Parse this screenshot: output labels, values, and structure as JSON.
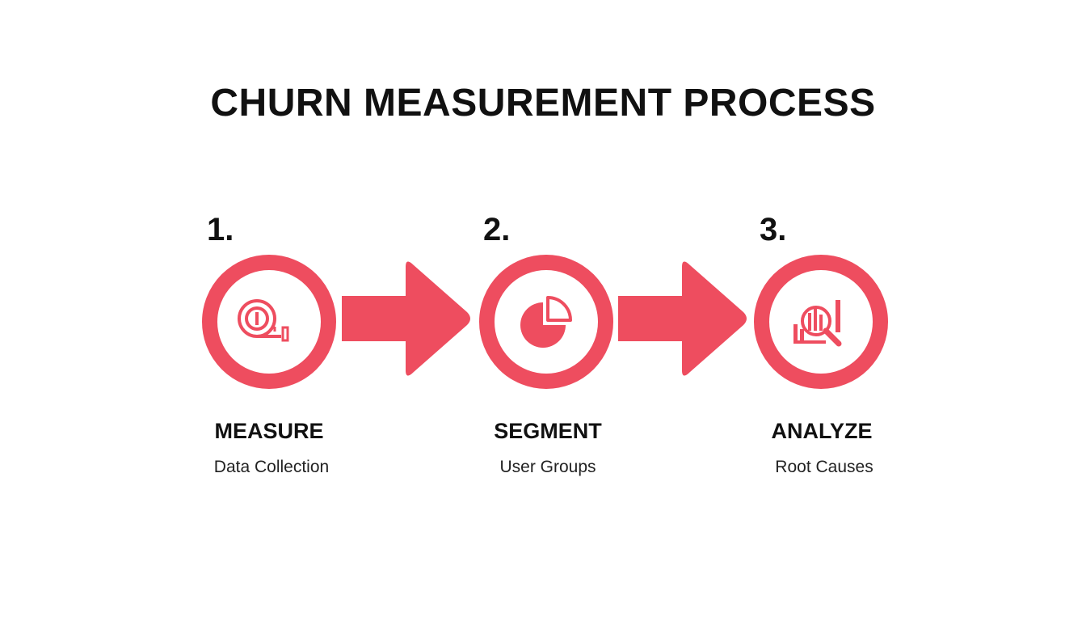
{
  "title": "CHURN MEASUREMENT PROCESS",
  "accent_color": "#ee4d5f",
  "steps": [
    {
      "number": "1.",
      "label": "MEASURE",
      "description": "Data Collection",
      "icon": "measuring-tape-icon"
    },
    {
      "number": "2.",
      "label": "SEGMENT",
      "description": "User Groups",
      "icon": "pie-chart-icon"
    },
    {
      "number": "3.",
      "label": "ANALYZE",
      "description": "Root Causes",
      "icon": "magnifier-bar-chart-icon"
    }
  ]
}
